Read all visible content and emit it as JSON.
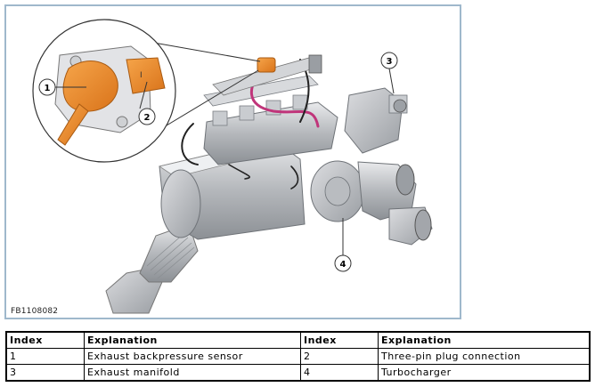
{
  "figure": {
    "id": "FB1108082",
    "callouts": [
      "1",
      "2",
      "3",
      "4"
    ]
  },
  "legend": {
    "headers": [
      "Index",
      "Explanation",
      "Index",
      "Explanation"
    ],
    "rows": [
      [
        "1",
        "Exhaust backpressure sensor",
        "2",
        "Three-pin plug connection"
      ],
      [
        "3",
        "Exhaust manifold",
        "4",
        "Turbocharger"
      ]
    ]
  }
}
